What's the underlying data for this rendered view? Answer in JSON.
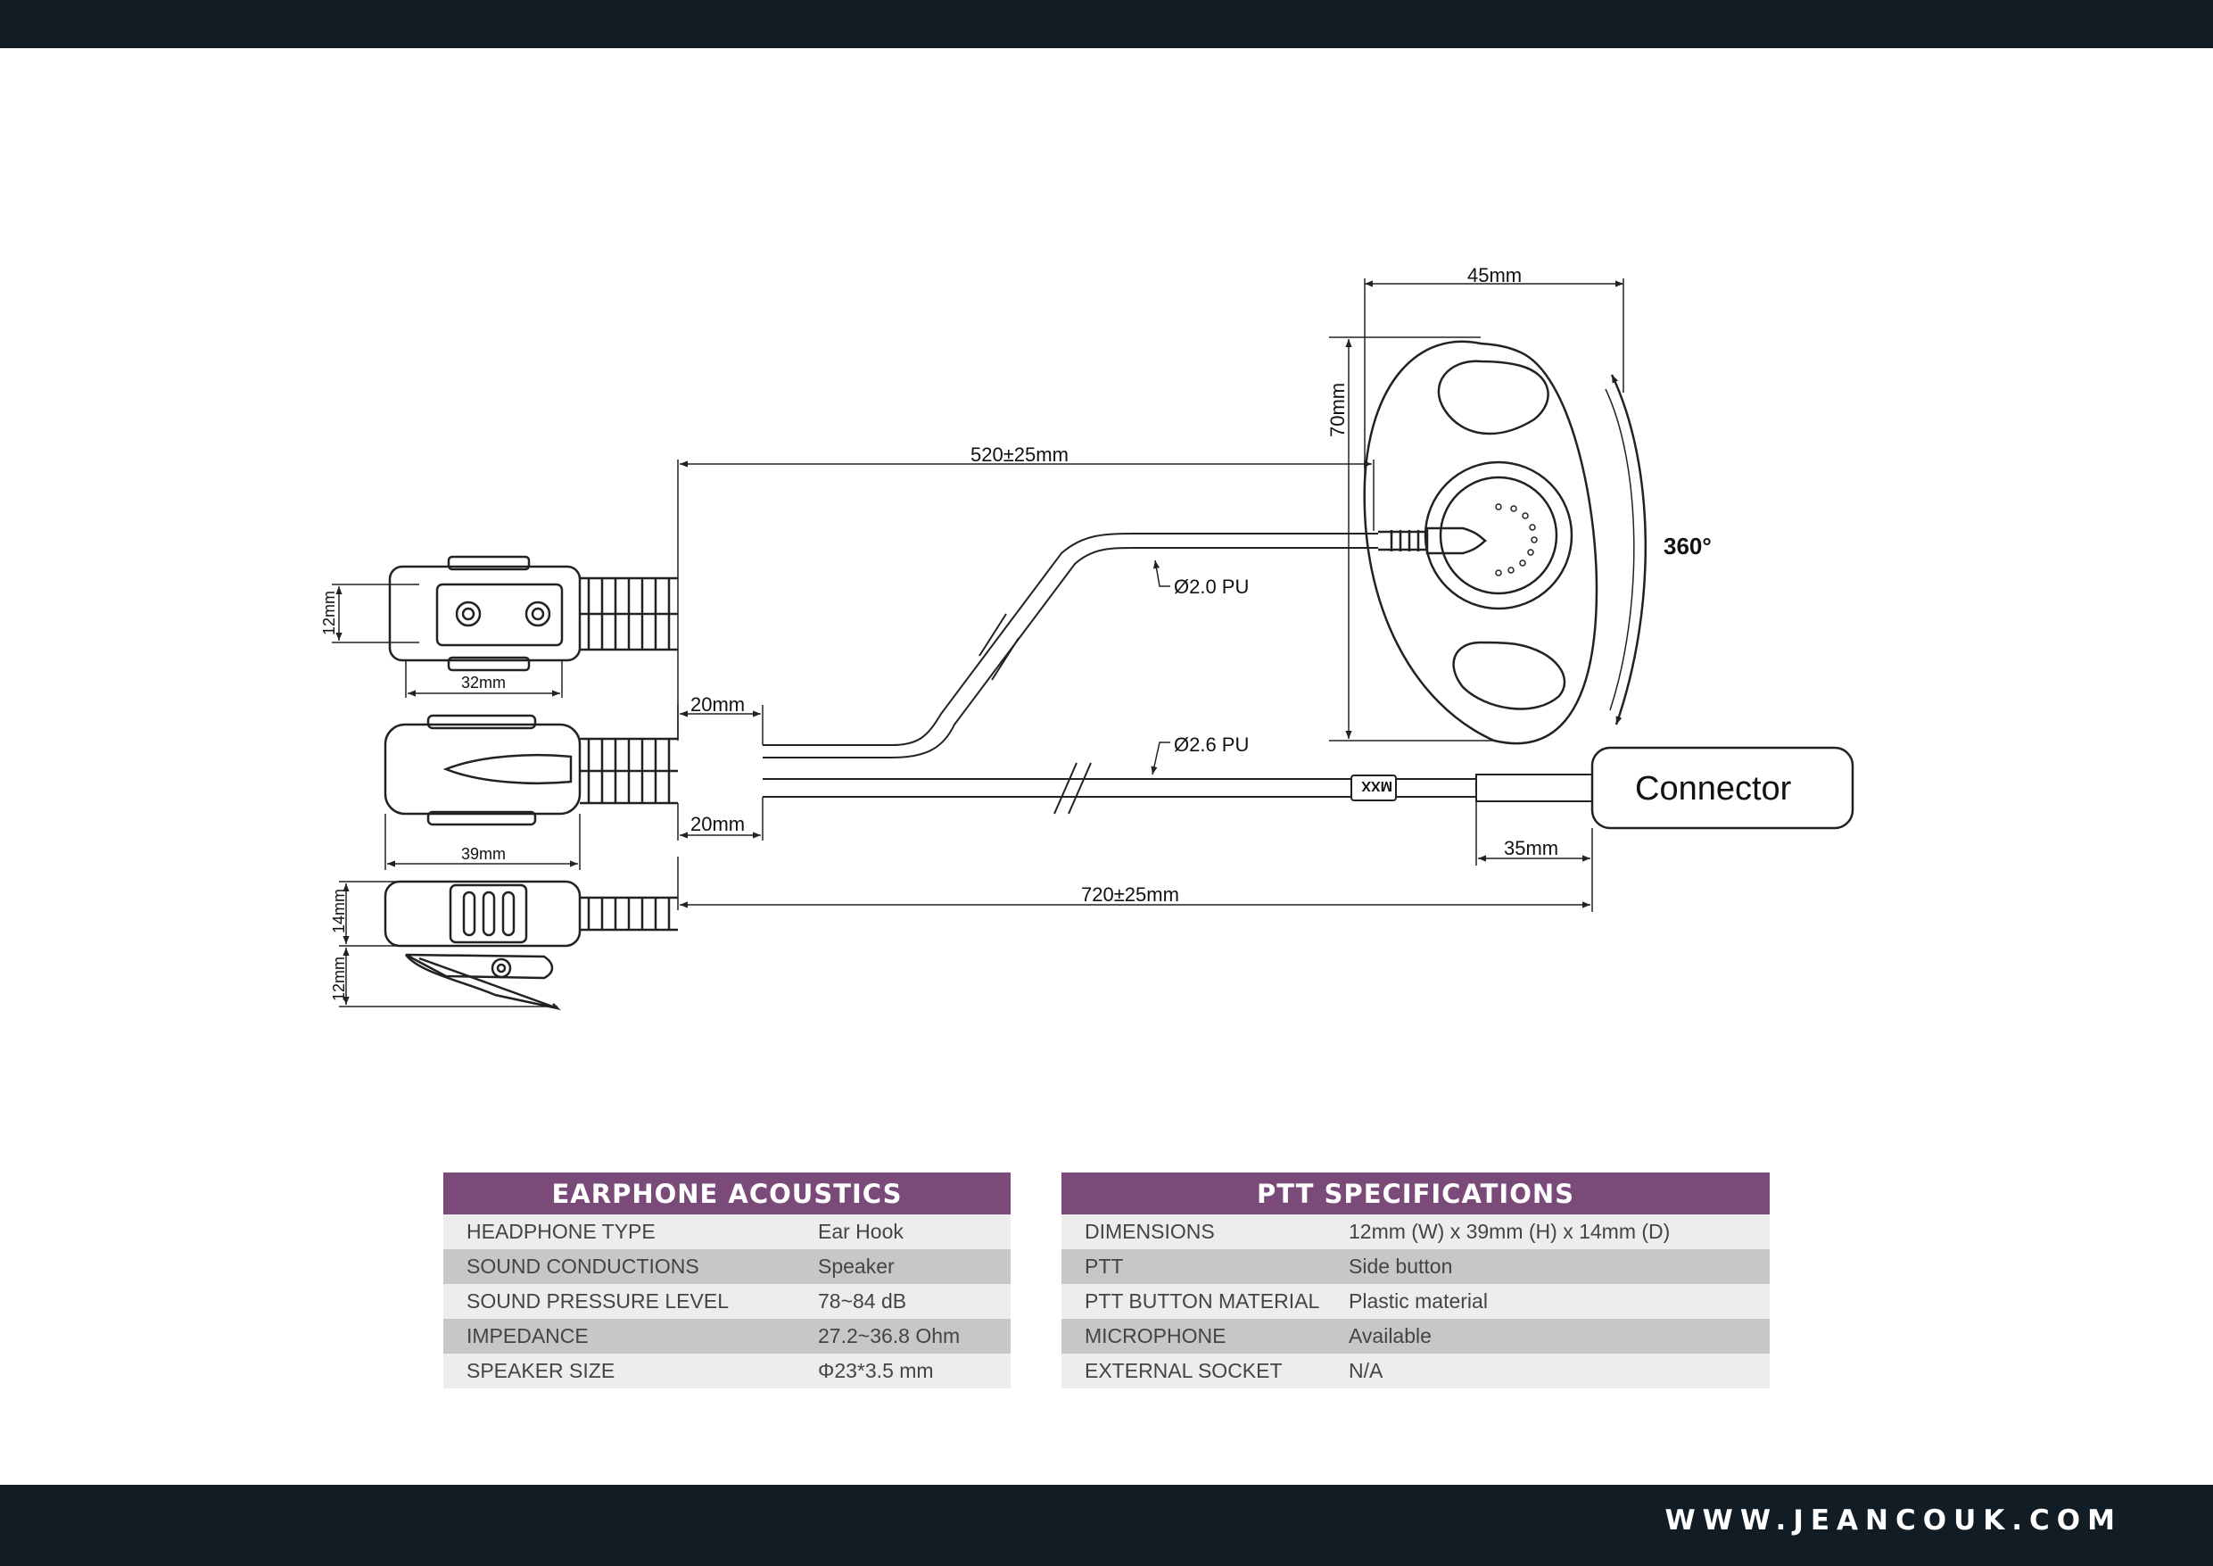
{
  "footer": {
    "website": "WWW.JEANCOUK.COM"
  },
  "drawing": {
    "dimensions": {
      "earhook_width": "45mm",
      "earhook_height": "70mm",
      "cable_upper_length": "520±25mm",
      "cable_upper_spec": "Ø2.0 PU",
      "rotation": "360°",
      "cable_lower_spec": "Ø2.6 PU",
      "connector_label": "Connector",
      "connector_tail": "35mm",
      "cable_lower_length": "720±25mm",
      "ptt_top_height": "12mm",
      "ptt_top_width": "32mm",
      "strain_relief_upper": "20mm",
      "strain_relief_lower": "20mm",
      "ptt_front_width": "39mm",
      "ptt_side_depth": "14mm",
      "clip_height": "12mm",
      "marker_text": "MXX"
    }
  },
  "earphone_table": {
    "title": "EARPHONE ACOUSTICS",
    "rows": [
      {
        "label": "HEADPHONE TYPE",
        "value": "Ear Hook"
      },
      {
        "label": "SOUND CONDUCTIONS",
        "value": "Speaker"
      },
      {
        "label": "SOUND PRESSURE LEVEL",
        "value": "78~84 dB"
      },
      {
        "label": "IMPEDANCE",
        "value": "27.2~36.8 Ohm"
      },
      {
        "label": "SPEAKER SIZE",
        "value": "Φ23*3.5 mm"
      }
    ]
  },
  "ptt_table": {
    "title": "PTT SPECIFICATIONS",
    "rows": [
      {
        "label": "DIMENSIONS",
        "value": "12mm (W) x 39mm (H) x 14mm (D)"
      },
      {
        "label": "PTT",
        "value": "Side button"
      },
      {
        "label": "PTT BUTTON MATERIAL",
        "value": "Plastic material"
      },
      {
        "label": "MICROPHONE",
        "value": "Available"
      },
      {
        "label": "EXTERNAL SOCKET",
        "value": "N/A"
      }
    ]
  },
  "colors": {
    "header_bar": "#121c25",
    "table_header": "#7a4b79",
    "row_light": "#ededed",
    "row_dark": "#c7c7c7",
    "line": "#222222"
  }
}
